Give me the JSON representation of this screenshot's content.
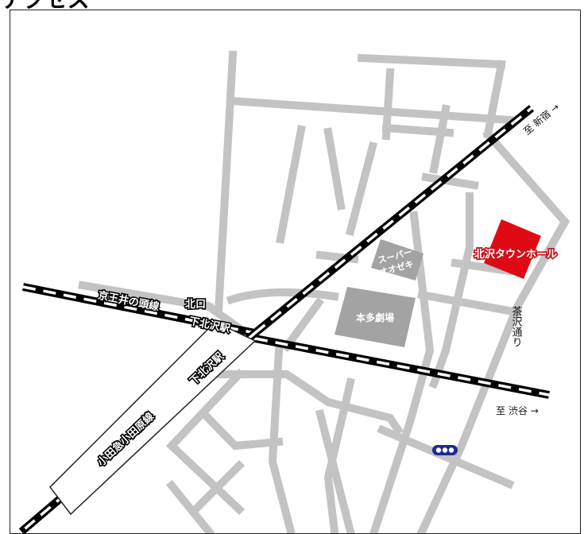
{
  "header": {
    "title_partial": "アクセス"
  },
  "map": {
    "railways": [
      {
        "label": "京王井の頭線"
      },
      {
        "label": "小田急小田原線"
      }
    ],
    "stations": [
      {
        "label": "下北沢駅"
      },
      {
        "label": "下北沢駅"
      }
    ],
    "exits": [
      {
        "label": "北口"
      }
    ],
    "directions": [
      {
        "label": "至 新宿 →"
      },
      {
        "label": "至 渋谷 →"
      }
    ],
    "streets": [
      {
        "label": "茶沢通り"
      }
    ],
    "landmarks": [
      {
        "label_line1": "スーパー",
        "label_line2": "オオゼキ"
      },
      {
        "label": "本多劇場"
      }
    ],
    "destination": {
      "label": "北沢タウンホール",
      "color": "#e00a14"
    },
    "colors": {
      "road": "#c3c3c3",
      "building": "#a3a3a3",
      "rail": "#000000",
      "destination": "#e00a14",
      "bus_stop": "#1f2a8c"
    },
    "icons": [
      "bus-stop-icon"
    ]
  }
}
